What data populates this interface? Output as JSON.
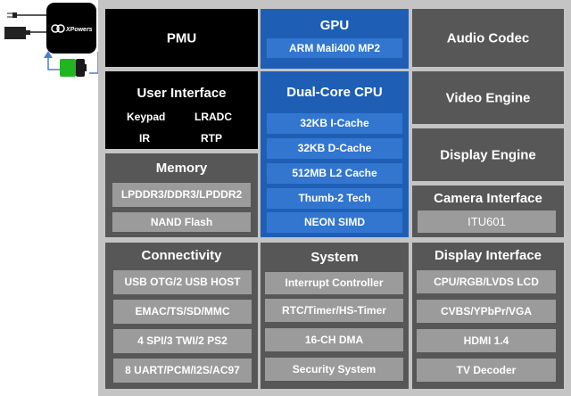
{
  "pmu_chip": {
    "logo_text": "XPowers"
  },
  "colors": {
    "black": "#000000",
    "blue": "#1e5fb5",
    "blue_chip": "#3276d0",
    "dark_gray": "#575757",
    "chip_gray": "#9b9b9b",
    "frame": "#c4c4c4",
    "battery_green": "#21b521",
    "arrow_blue": "#4a7fd0"
  },
  "blocks": {
    "pmu": {
      "title": "PMU"
    },
    "user_interface": {
      "title": "User Interface",
      "items": [
        "Keypad",
        "LRADC",
        "IR",
        "RTP"
      ]
    },
    "memory": {
      "title": "Memory",
      "items": [
        "LPDDR3/DDR3/LPDDR2",
        "NAND Flash"
      ]
    },
    "connectivity": {
      "title": "Connectivity",
      "items": [
        "USB OTG/2 USB HOST",
        "EMAC/TS/SD/MMC",
        "4 SPI/3 TWI/2 PS2",
        "8 UART/PCM/I2S/AC97"
      ]
    },
    "gpu": {
      "title": "GPU",
      "items": [
        "ARM Mali400 MP2"
      ]
    },
    "cpu": {
      "title": "Dual-Core CPU",
      "items": [
        "32KB I-Cache",
        "32KB D-Cache",
        "512MB L2 Cache",
        "Thumb-2 Tech",
        "NEON SIMD"
      ]
    },
    "system": {
      "title": "System",
      "items": [
        "Interrupt Controller",
        "RTC/Timer/HS-Timer",
        "16-CH DMA",
        "Security System"
      ]
    },
    "audio_codec": {
      "title": "Audio Codec"
    },
    "video_engine": {
      "title": "Video Engine"
    },
    "display_engine": {
      "title": "Display Engine"
    },
    "camera_interface": {
      "title": "Camera Interface",
      "items": [
        "ITU601"
      ]
    },
    "display_interface": {
      "title": "Display Interface",
      "items": [
        "CPU/RGB/LVDS LCD",
        "CVBS/YPbPr/VGA",
        "HDMI 1.4",
        "TV Decoder"
      ]
    }
  }
}
